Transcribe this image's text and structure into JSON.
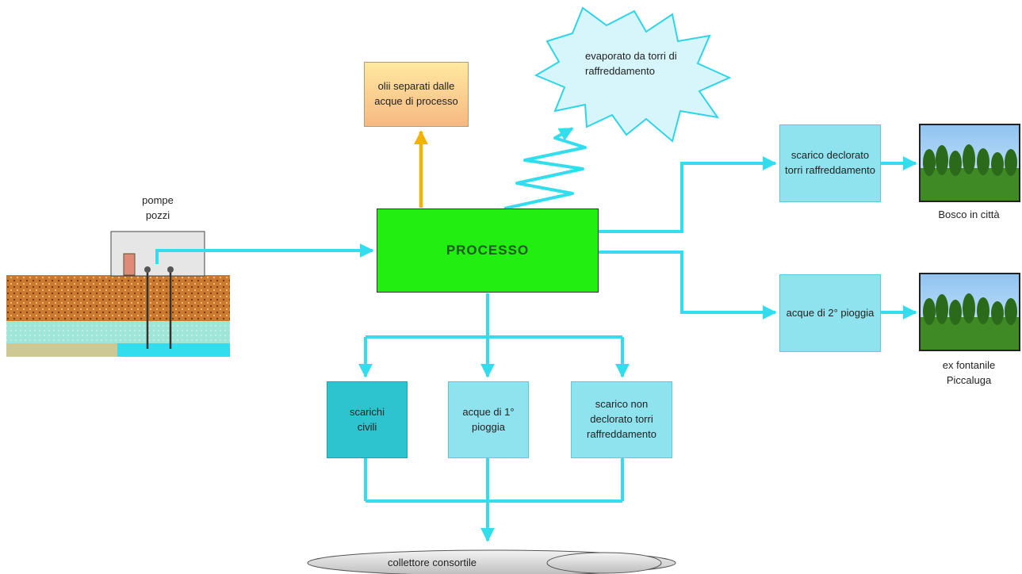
{
  "nodes": {
    "oils": "olii separati dalle acque di processo",
    "evaporated": "evaporato da torri di raffreddamento",
    "process": "PROCESSO",
    "pumps": "pompe pozzi",
    "dechlorinated_discharge": "scarico declorato torri raffreddamento",
    "second_rain": "acque di 2° pioggia",
    "civil_discharge": "scarichi civili",
    "first_rain": "acque di 1° pioggia",
    "non_dechlorinated_discharge": "scarico non declorato torri raffreddamento",
    "collector": "collettore consortile"
  },
  "destinations": {
    "forest": "Bosco in città",
    "springs": "ex fontanile Piccaluga"
  },
  "colors": {
    "flow": "#33ddee",
    "process": "#22ee11",
    "oil_arrow": "#f0b400",
    "cyan_box": "#8ee3ee",
    "civil_box": "#2ec4cf",
    "cloud": "#d6f6fb"
  },
  "icons": [
    "pump-house-icon",
    "well-pipe-icon",
    "soil-layer-icon",
    "forest-picture-icon"
  ]
}
